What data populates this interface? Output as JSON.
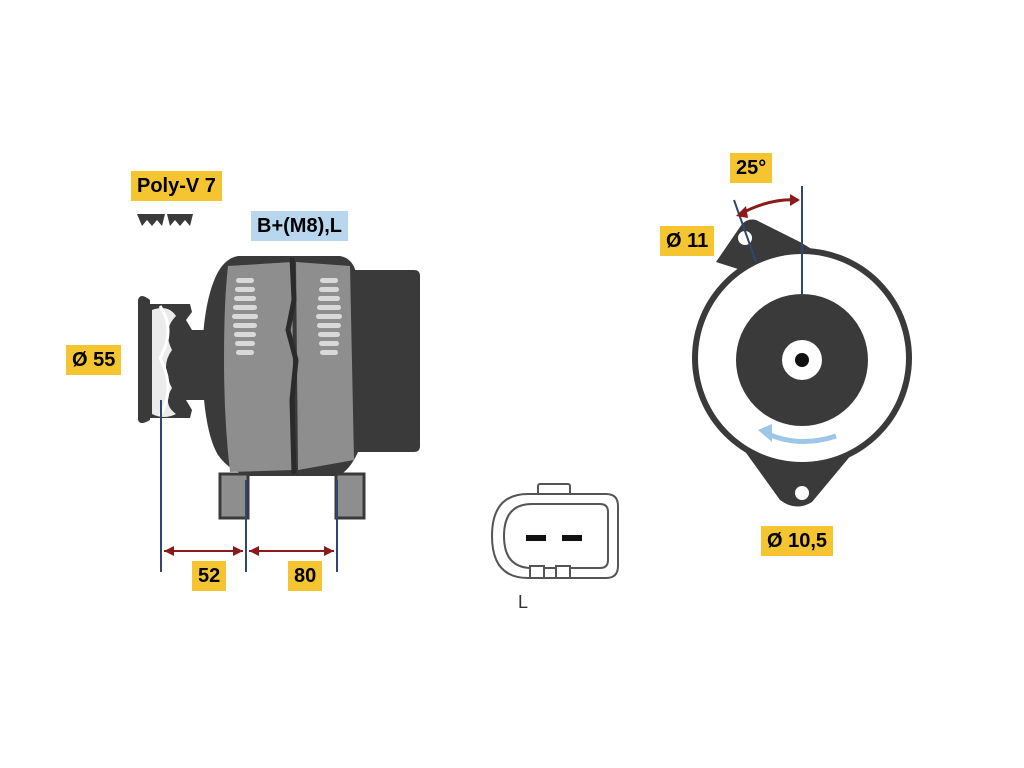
{
  "colors": {
    "tag_yellow": "#f5c531",
    "tag_blue": "#b8d6ee",
    "housing_dark": "#3a3a3a",
    "housing_mid": "#8e8e8e",
    "dimension_line": "#2f4675",
    "angle_arc": "#8b1a1a",
    "rotation_arrow": "#9ec6e6"
  },
  "labels": {
    "belt": "Poly-V 7",
    "terminal": "B+(M8),L",
    "pulley_diameter": "Ø 55",
    "dim_left": "52",
    "dim_right": "80",
    "angle": "25°",
    "hole_top": "Ø 11",
    "hole_bottom": "Ø 10,5",
    "connector": "L"
  }
}
